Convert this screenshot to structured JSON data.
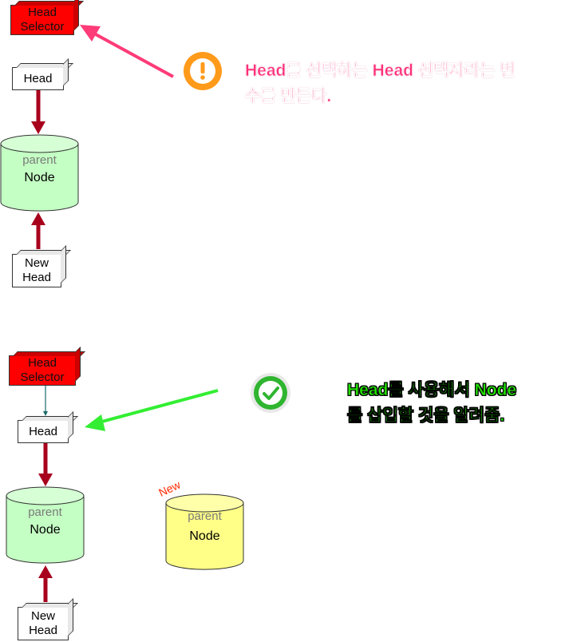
{
  "diagram_top": {
    "head_selector": {
      "line1": "Head",
      "line2": "Selector"
    },
    "head": "Head",
    "node": {
      "parent": "parent",
      "name": "Node"
    },
    "new_head": {
      "line1": "New",
      "line2": "Head"
    },
    "warning_icon": "exclamation-icon",
    "callout": {
      "line1": "Head를 선택하는 Head 선택자라는 변",
      "line2": "수를 만든다."
    }
  },
  "diagram_bottom": {
    "head_selector": {
      "line1": "Head",
      "line2": "Selector"
    },
    "head": "Head",
    "node": {
      "parent": "parent",
      "name": "Node"
    },
    "new_node": {
      "tag": "New",
      "parent": "parent",
      "name": "Node"
    },
    "new_head": {
      "line1": "New",
      "line2": "Head"
    },
    "check_icon": "checkmark-icon",
    "callout": {
      "line1": "Head를 사용해서 Node",
      "line2": "를 삽입할 것을 알려줌."
    }
  },
  "colors": {
    "selector_red": "#ff0000",
    "arrow_dark_red": "#a8001c",
    "node_green": "#c4ffc4",
    "new_node_yellow": "#ffff88",
    "pink_arrow": "#ff3b78",
    "green_arrow": "#33ee33",
    "warning_orange": "#ff9a1a",
    "check_green": "#2fb52f"
  }
}
